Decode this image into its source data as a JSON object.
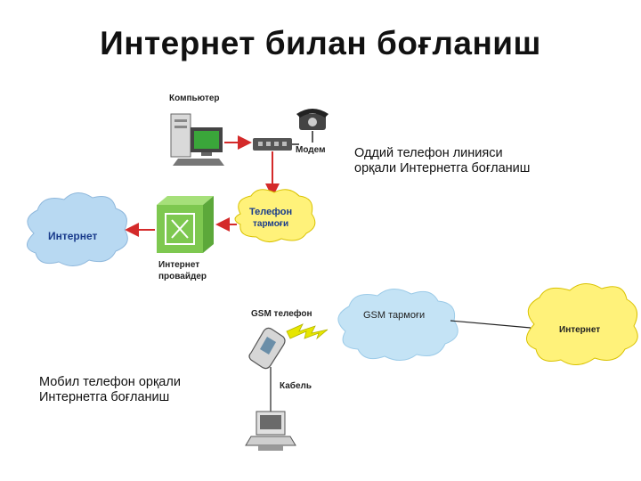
{
  "title": "Интернет билан боғланиш",
  "captions": {
    "landline": [
      "Оддий телефон линияси",
      "орқали Интернетга боғланиш"
    ],
    "mobile": [
      "Мобил телефон орқали",
      "Интернетга боғланиш"
    ]
  },
  "diagram1": {
    "computer_label": "Компьютер",
    "modem_label": "Модем",
    "phone_network_label": [
      "Телефон",
      "тармоғи"
    ],
    "internet_label": "Интернет",
    "provider_label": [
      "Интернет",
      "провайдер"
    ]
  },
  "diagram2": {
    "gsm_phone_label": "GSM телефон",
    "gsm_network_label": "GSM тармоғи",
    "cable_label": "Кабель",
    "internet_label": "Интернет"
  },
  "colors": {
    "cloud_blue": "#b8d9f2",
    "cloud_yellow": "#fff27a",
    "provider_green": "#7ec850",
    "arrow_red": "#d42a2a",
    "lightning": "#e6e600"
  }
}
